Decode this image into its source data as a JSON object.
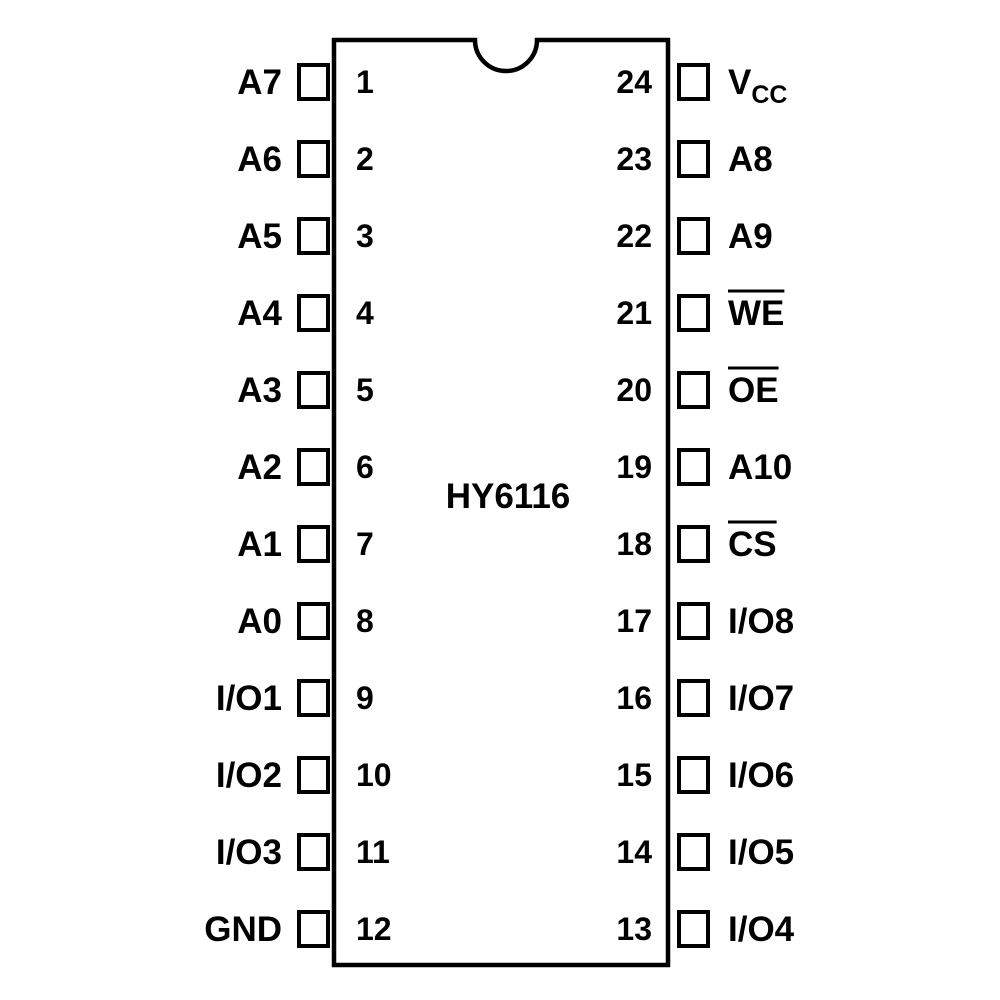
{
  "chip": {
    "name": "HY6116"
  },
  "left_pins": [
    {
      "number": "1",
      "label": "A7",
      "active_low": false
    },
    {
      "number": "2",
      "label": "A6",
      "active_low": false
    },
    {
      "number": "3",
      "label": "A5",
      "active_low": false
    },
    {
      "number": "4",
      "label": "A4",
      "active_low": false
    },
    {
      "number": "5",
      "label": "A3",
      "active_low": false
    },
    {
      "number": "6",
      "label": "A2",
      "active_low": false
    },
    {
      "number": "7",
      "label": "A1",
      "active_low": false
    },
    {
      "number": "8",
      "label": "A0",
      "active_low": false
    },
    {
      "number": "9",
      "label": "I/O1",
      "active_low": false
    },
    {
      "number": "10",
      "label": "I/O2",
      "active_low": false
    },
    {
      "number": "11",
      "label": "I/O3",
      "active_low": false
    },
    {
      "number": "12",
      "label": "GND",
      "active_low": false
    }
  ],
  "right_pins": [
    {
      "number": "24",
      "label": "V",
      "sub": "CC",
      "active_low": false
    },
    {
      "number": "23",
      "label": "A8",
      "active_low": false
    },
    {
      "number": "22",
      "label": "A9",
      "active_low": false
    },
    {
      "number": "21",
      "label": "WE",
      "active_low": true
    },
    {
      "number": "20",
      "label": "OE",
      "active_low": true
    },
    {
      "number": "19",
      "label": "A10",
      "active_low": false
    },
    {
      "number": "18",
      "label": "CS",
      "active_low": true
    },
    {
      "number": "17",
      "label": "I/O8",
      "active_low": false
    },
    {
      "number": "16",
      "label": "I/O7",
      "active_low": false
    },
    {
      "number": "15",
      "label": "I/O6",
      "active_low": false
    },
    {
      "number": "14",
      "label": "I/O5",
      "active_low": false
    },
    {
      "number": "13",
      "label": "I/O4",
      "active_low": false
    }
  ]
}
